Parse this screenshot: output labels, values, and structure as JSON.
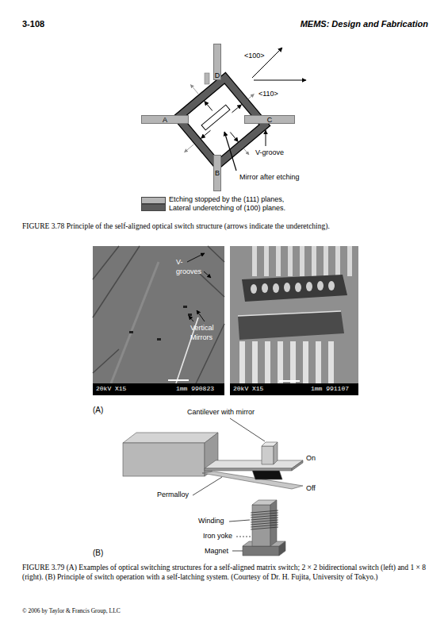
{
  "diagram": {
    "nodes": [
      {
        "text": [
          "D"
        ]
      },
      {
        "text": [
          "A"
        ]
      },
      {
        "text": [
          "C"
        ]
      },
      {
        "text": [
          "B"
        ]
      }
    ],
    "labels": [
      "3-108",
      "MEMS: Design and Fabrication",
      "<100>",
      "<110>",
      "V-groove",
      "Mirror after etching",
      "FIGURE 3.78 Principle of the self-aligned optical switch structure (arrows indicate the underetching).",
      "V- grooves",
      "Vertical Mirrors",
      "20kV X15",
      "1mm 990823",
      "20kV X15",
      "1mm 991107",
      "(A)",
      "Cantilever with mirror",
      "On",
      "Off",
      "Permalloy",
      "Winding",
      "Iron yoke",
      "Magnet",
      "(B)",
      "FIGURE 3.79 (A) Examples of optical switching structures for a self-aligned matrix switch; 2 × 2 bidirectional switch (left) and 1 × 8 (right). (B) Principle of switch operation with a self-latching system. (Courtesy of Dr. H. Fujita, University of Tokyo.)",
      "© 2006 by Taylor & Francis Group, LLC"
    ],
    "legend": [
      {
        "text": "Etching stopped by the (111) planes,",
        "color": "#b5b5b5"
      },
      {
        "text": "Lateral underetching of (100) planes.",
        "color": "#5c5c5c"
      }
    ]
  }
}
